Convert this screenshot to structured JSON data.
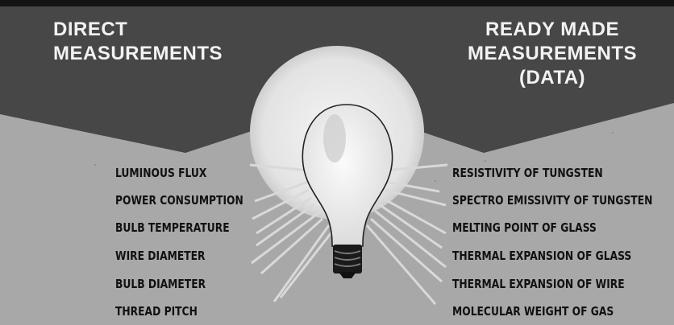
{
  "headings": {
    "direct": [
      "DIRECT",
      "MEASUREMENTS"
    ],
    "ready": [
      "READY MADE",
      "MEASUREMENTS",
      "(DATA)"
    ]
  },
  "direct_measurements": [
    "LUMINOUS FLUX",
    "POWER CONSUMPTION",
    "BULB TEMPERATURE",
    "WIRE DIAMETER",
    "BULB DIAMETER",
    "THREAD PITCH"
  ],
  "ready_made_measurements": [
    "RESISTIVITY OF TUNGSTEN",
    "SPECTRO EMISSIVITY OF TUNGSTEN",
    "MELTING POINT OF GLASS",
    "THERMAL EXPANSION OF GLASS",
    "THERMAL EXPANSION OF WIRE",
    "MOLECULAR WEIGHT OF GAS"
  ],
  "colors": {
    "dark_background": "#4a4a4a",
    "light_background": "#a9a9a9",
    "glow": "#e6e6e6",
    "bulb_glass": "#ededed",
    "base": "#1a1a1a"
  }
}
